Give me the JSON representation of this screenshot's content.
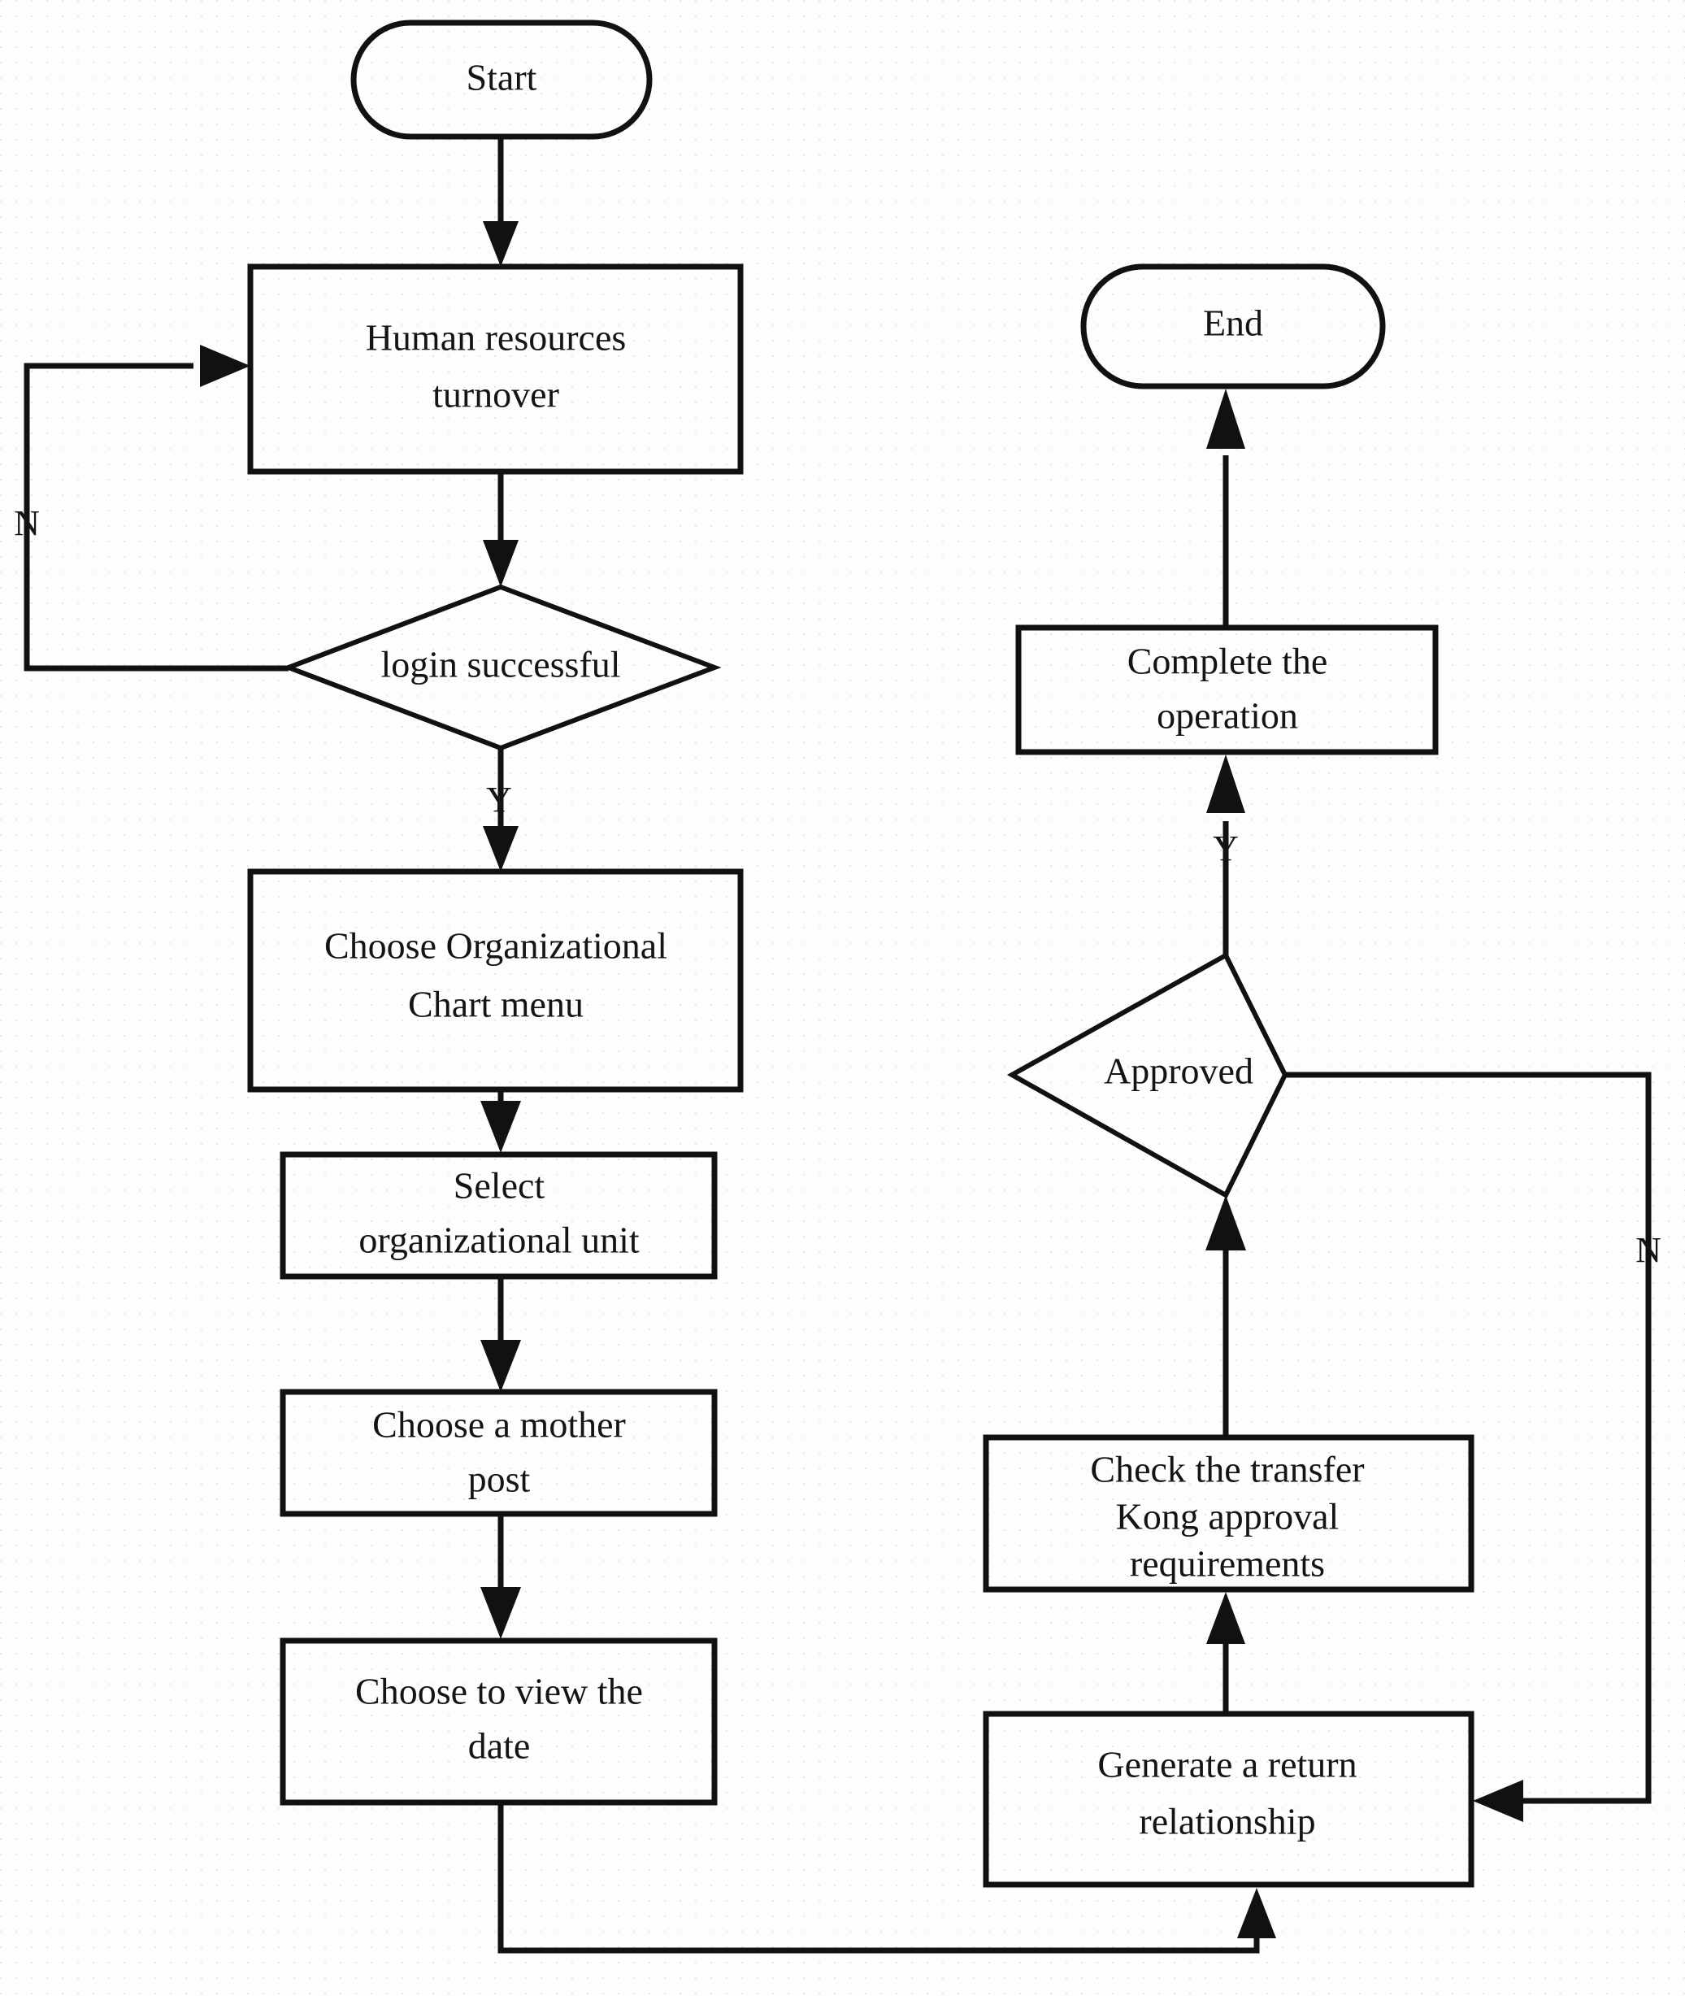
{
  "diagram": {
    "title": "Human resources turnover organizational chart flowchart",
    "background_color": "#fdfdfd",
    "line_color": "#111111",
    "text_color": "#141414"
  },
  "nodes": {
    "start": {
      "label": "Start",
      "shape": "stadium"
    },
    "hr_turnover": {
      "label_line1": "Human resources",
      "label_line2": "turnover",
      "shape": "rectangle"
    },
    "login_successful": {
      "label": "login successful",
      "shape": "diamond"
    },
    "choose_org_chart_menu": {
      "label_line1": "Choose Organizational",
      "label_line2": "Chart menu",
      "shape": "rectangle"
    },
    "select_org_unit": {
      "label_line1": "Select",
      "label_line2": "organizational unit",
      "shape": "rectangle"
    },
    "choose_mother_post": {
      "label_line1": "Choose a mother",
      "label_line2": "post",
      "shape": "rectangle"
    },
    "choose_view_date": {
      "label_line1": "Choose to view the",
      "label_line2": "date",
      "shape": "rectangle"
    },
    "generate_return_relationship": {
      "label_line1": "Generate a return",
      "label_line2": "relationship",
      "shape": "rectangle"
    },
    "check_transfer_requirements": {
      "label_line1": "Check the transfer",
      "label_line2": "Kong approval",
      "label_line3": "requirements",
      "shape": "rectangle"
    },
    "approved": {
      "label": "Approved",
      "shape": "diamond"
    },
    "complete_operation": {
      "label_line1": "Complete the",
      "label_line2": "operation",
      "shape": "rectangle"
    },
    "end": {
      "label": "End",
      "shape": "stadium"
    }
  },
  "edge_labels": {
    "login_no": "N",
    "login_yes": "Y",
    "approved_yes": "Y",
    "approved_no": "N"
  },
  "edges": [
    {
      "from": "start",
      "to": "hr_turnover",
      "label": ""
    },
    {
      "from": "hr_turnover",
      "to": "login_successful",
      "label": ""
    },
    {
      "from": "login_successful",
      "to": "hr_turnover",
      "label": "N"
    },
    {
      "from": "login_successful",
      "to": "choose_org_chart_menu",
      "label": "Y"
    },
    {
      "from": "choose_org_chart_menu",
      "to": "select_org_unit",
      "label": ""
    },
    {
      "from": "select_org_unit",
      "to": "choose_mother_post",
      "label": ""
    },
    {
      "from": "choose_mother_post",
      "to": "choose_view_date",
      "label": ""
    },
    {
      "from": "choose_view_date",
      "to": "generate_return_relationship",
      "label": ""
    },
    {
      "from": "generate_return_relationship",
      "to": "check_transfer_requirements",
      "label": ""
    },
    {
      "from": "check_transfer_requirements",
      "to": "approved",
      "label": ""
    },
    {
      "from": "approved",
      "to": "complete_operation",
      "label": "Y"
    },
    {
      "from": "approved",
      "to": "generate_return_relationship",
      "label": "N"
    },
    {
      "from": "complete_operation",
      "to": "end",
      "label": ""
    }
  ]
}
